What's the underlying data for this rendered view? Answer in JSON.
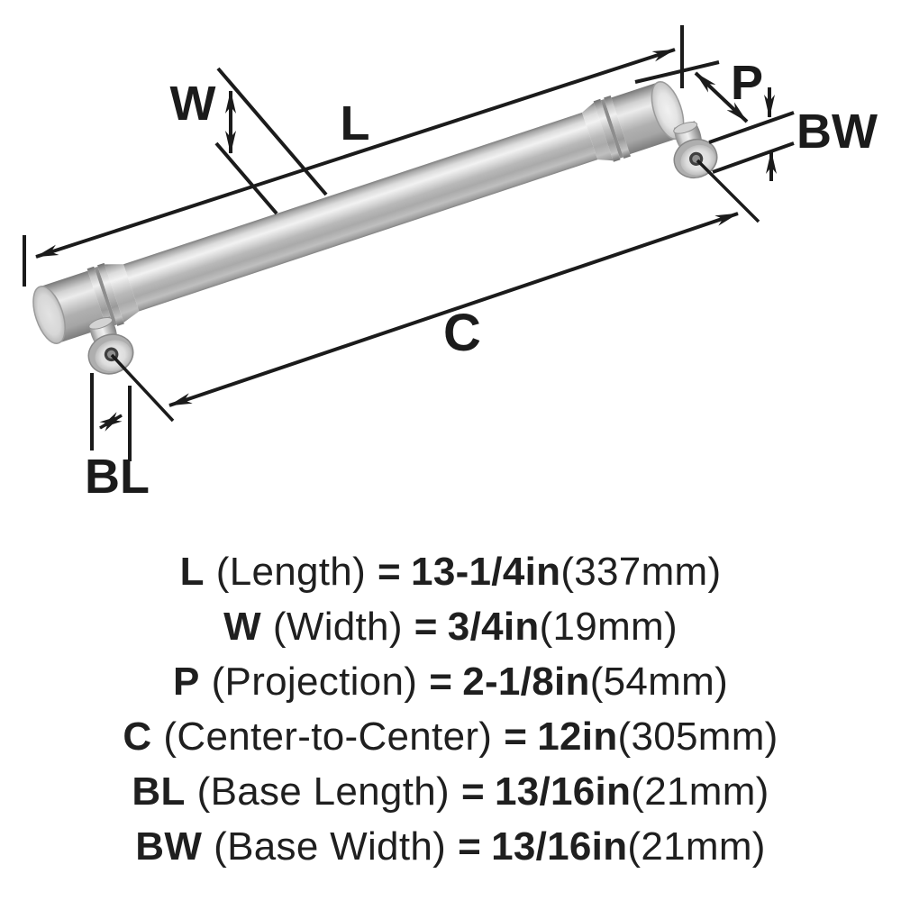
{
  "figure": {
    "type": "product-dimension-diagram",
    "subject": "bar cabinet pull handle, brushed nickel",
    "dim_labels": {
      "L": "L",
      "W": "W",
      "P": "P",
      "C": "C",
      "BL": "BL",
      "BW": "BW"
    }
  },
  "specs": {
    "rows": [
      {
        "label": "L",
        "name": "(Length)",
        "eq": "=",
        "value": "13-1/4in",
        "metric": "(337mm)"
      },
      {
        "label": "W",
        "name": "(Width)",
        "eq": "=",
        "value": "3/4in",
        "metric": "(19mm)"
      },
      {
        "label": "P",
        "name": "(Projection)",
        "eq": "=",
        "value": "2-1/8in",
        "metric": "(54mm)"
      },
      {
        "label": "C",
        "name": "(Center-to-Center)",
        "eq": "=",
        "value": "12in",
        "metric": "(305mm)"
      },
      {
        "label": "BL",
        "name": "(Base Length)",
        "eq": "=",
        "value": "13/16in",
        "metric": "(21mm)"
      },
      {
        "label": "BW",
        "name": "(Base Width)",
        "eq": "=",
        "value": "13/16in",
        "metric": "(21mm)"
      }
    ]
  },
  "colors": {
    "ink": "#1b1b1b",
    "background": "#ffffff",
    "metal_highlight": "#f2f2f2",
    "metal_mid": "#b9b9b9",
    "metal_shadow": "#7e7e7e"
  }
}
